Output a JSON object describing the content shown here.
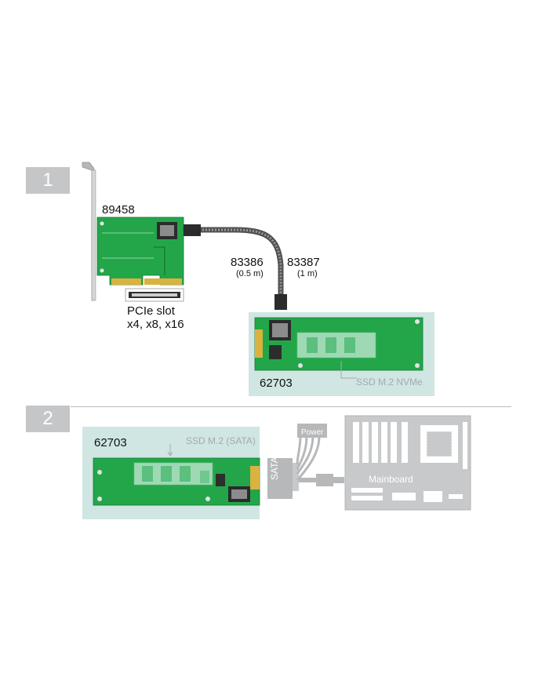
{
  "steps": [
    {
      "number": "1"
    },
    {
      "number": "2"
    }
  ],
  "step1": {
    "card_code": "89458",
    "cable_code_a": "83386",
    "cable_len_a": "(0.5 m)",
    "cable_code_b": "83387",
    "cable_len_b": "(1 m)",
    "slot_title": "PCIe slot",
    "slot_sizes": "x4, x8, x16",
    "adapter_code": "62703",
    "ssd_label": "SSD M.2 NVMe"
  },
  "step2": {
    "adapter_code": "62703",
    "ssd_label": "SSD M.2 (SATA)",
    "sata_label": "SATA",
    "power_label": "Power",
    "mainboard_label": "Mainboard"
  },
  "colors": {
    "pcb": "#23a64a",
    "panel": "#cfe6e2",
    "step_box": "#c4c6c8",
    "grey_parts": "#c8c9cb"
  }
}
